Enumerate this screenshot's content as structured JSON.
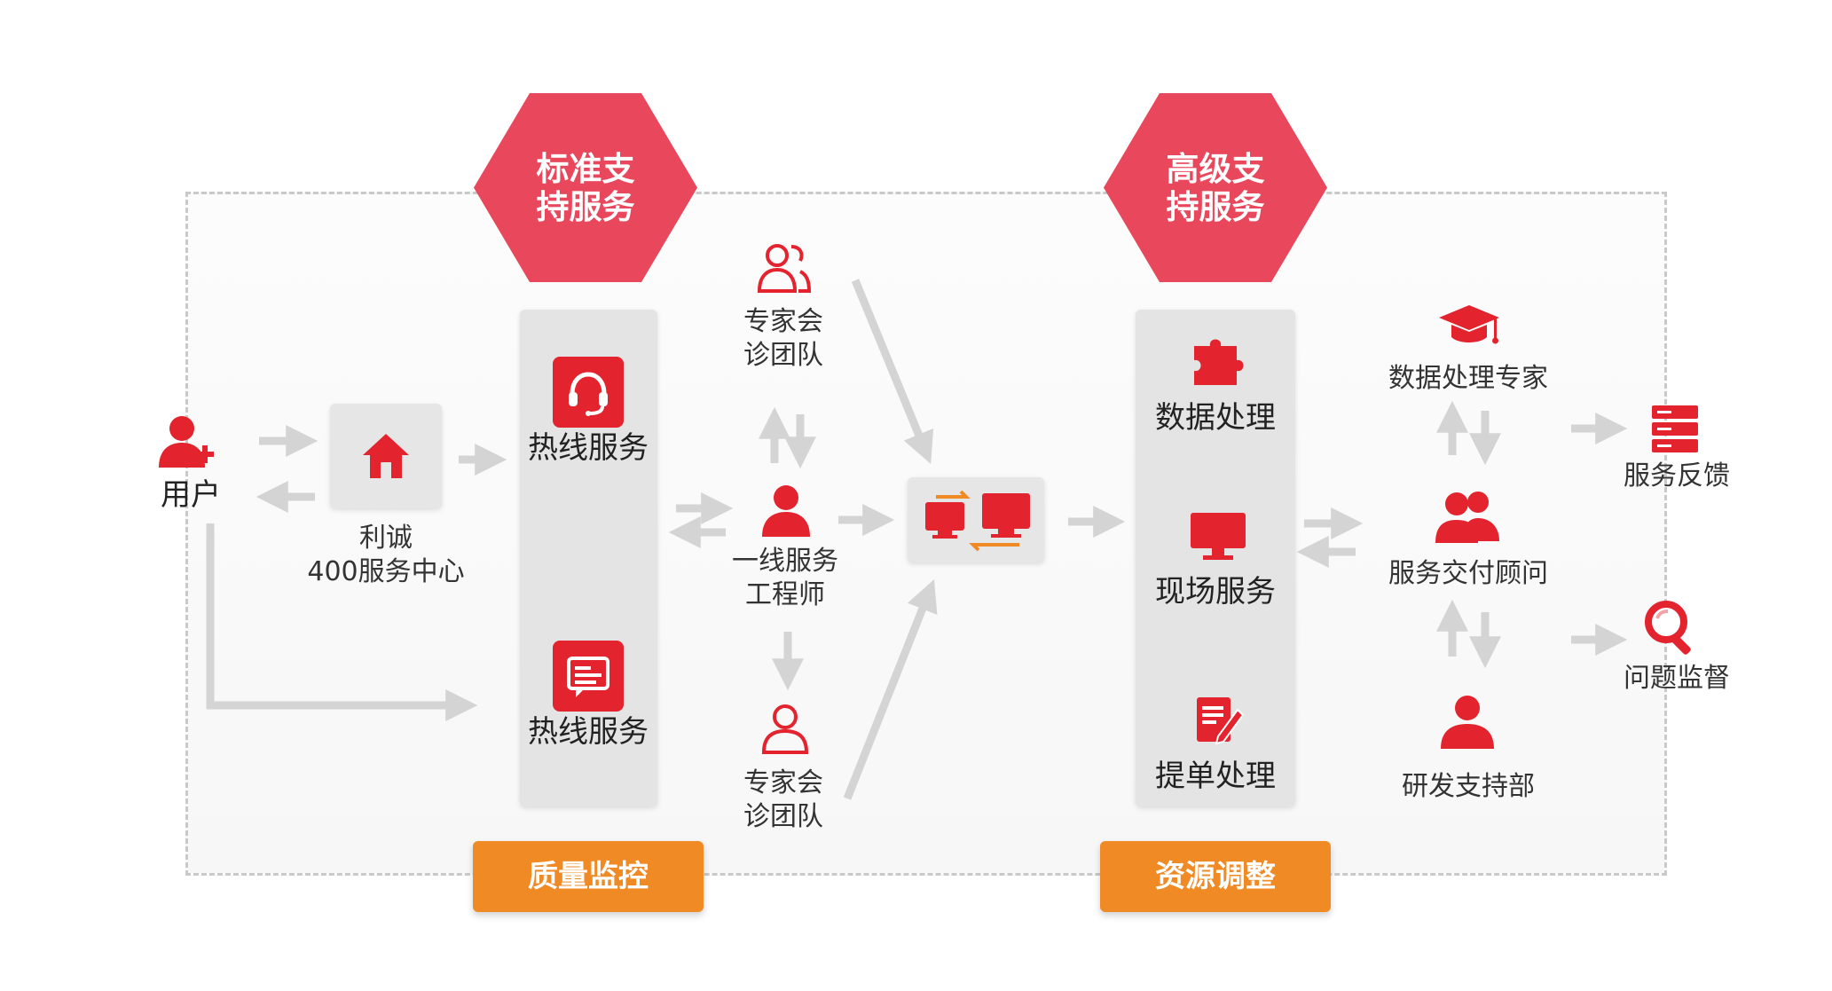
{
  "hexagons": {
    "standard": {
      "line1": "标准支",
      "line2": "持服务"
    },
    "advanced": {
      "line1": "高级支",
      "line2": "持服务"
    }
  },
  "user": {
    "label": "用户"
  },
  "center400": {
    "line1": "利诚",
    "line2": "400服务中心"
  },
  "hotline_top": {
    "label": "热线服务"
  },
  "hotline_bottom": {
    "label": "热线服务"
  },
  "expert_top": {
    "line1": "专家会",
    "line2": "诊团队"
  },
  "engineer": {
    "line1": "一线服务",
    "line2": "工程师"
  },
  "expert_bottom": {
    "line1": "专家会",
    "line2": "诊团队"
  },
  "data_processing": {
    "label": "数据处理"
  },
  "onsite_service": {
    "label": "现场服务"
  },
  "ticket_processing": {
    "label": "提单处理"
  },
  "data_expert": {
    "label": "数据处理专家"
  },
  "delivery_advisor": {
    "label": "服务交付顾问"
  },
  "rd_support": {
    "label": "研发支持部"
  },
  "service_feedback": {
    "label": "服务反馈"
  },
  "issue_supervision": {
    "label": "问题监督"
  },
  "bottom_tags": {
    "quality": "质量监控",
    "resource": "资源调整"
  },
  "colors": {
    "red": "#e3232d",
    "hex_red": "#e8475c",
    "orange": "#f08a24",
    "gray_arrow": "#d4d4d4"
  }
}
